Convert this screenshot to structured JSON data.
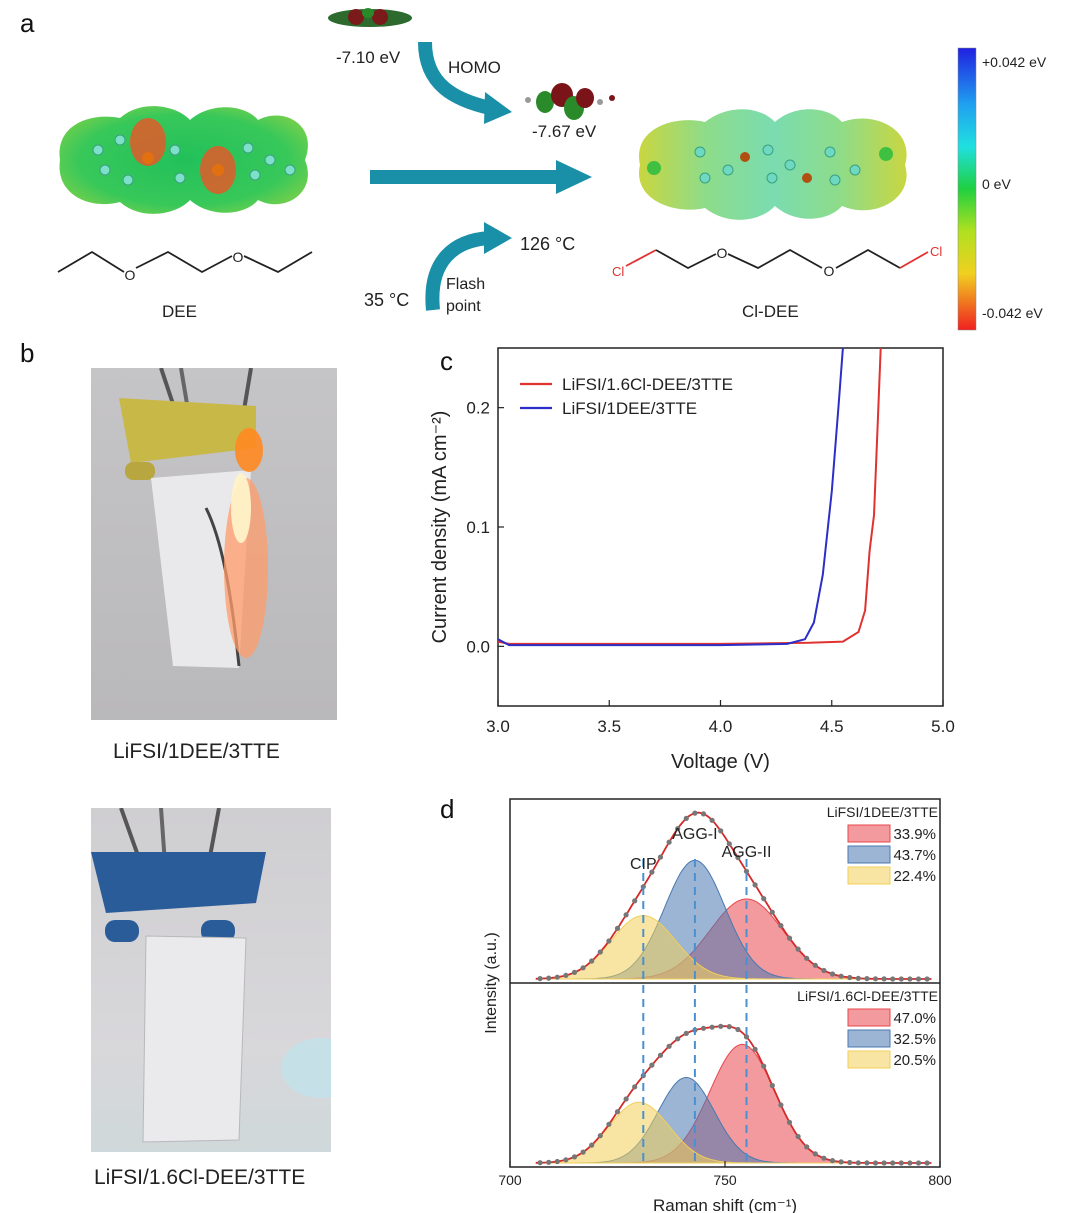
{
  "panel_labels": {
    "a": "a",
    "b": "b",
    "c": "c",
    "d": "d"
  },
  "panel_a": {
    "homo_top_energy": "-7.10 eV",
    "homo_label": "HOMO",
    "homo_bottom_energy": "-7.67 eV",
    "flash_low": "35 °C",
    "flash_high": "126 °C",
    "flash_label_1": "Flash",
    "flash_label_2": "point",
    "dee_name": "DEE",
    "cldee_name": "Cl-DEE",
    "cl_atom": "Cl",
    "o_atom": "O",
    "colorbar_ticks": [
      "+0.042 eV",
      "0 eV",
      "-0.042 eV"
    ]
  },
  "panel_b": {
    "caption_top": "LiFSI/1DEE/3TTE",
    "caption_bottom": "LiFSI/1.6Cl-DEE/3TTE"
  },
  "chart_data": [
    {
      "type": "line",
      "xlabel": "Voltage (V)",
      "ylabel": "Current density (mA cm⁻²)",
      "xlim": [
        3.0,
        5.0
      ],
      "ylim": [
        -0.05,
        0.25
      ],
      "x_ticks": [
        "3.0",
        "3.5",
        "4.0",
        "4.5",
        "5.0"
      ],
      "y_ticks": [
        "0.0",
        "0.1",
        "0.2"
      ],
      "legend_position": "top-left",
      "series": [
        {
          "name": "LiFSI/1.6Cl-DEE/3TTE",
          "color": "#e0322f",
          "points": [
            [
              3.0,
              0.004
            ],
            [
              3.05,
              0.002
            ],
            [
              3.5,
              0.002
            ],
            [
              4.0,
              0.002
            ],
            [
              4.4,
              0.003
            ],
            [
              4.55,
              0.004
            ],
            [
              4.62,
              0.012
            ],
            [
              4.65,
              0.03
            ],
            [
              4.67,
              0.08
            ],
            [
              4.69,
              0.11
            ],
            [
              4.705,
              0.18
            ],
            [
              4.72,
              0.25
            ]
          ]
        },
        {
          "name": "LiFSI/1DEE/3TTE",
          "color": "#2b2fc8",
          "points": [
            [
              3.0,
              0.006
            ],
            [
              3.05,
              0.001
            ],
            [
              3.5,
              0.001
            ],
            [
              4.0,
              0.001
            ],
            [
              4.3,
              0.002
            ],
            [
              4.38,
              0.006
            ],
            [
              4.42,
              0.02
            ],
            [
              4.46,
              0.06
            ],
            [
              4.5,
              0.13
            ],
            [
              4.53,
              0.2
            ],
            [
              4.55,
              0.25
            ]
          ]
        }
      ]
    },
    {
      "type": "area",
      "xlabel": "Raman shift (cm⁻¹)",
      "ylabel": "Intensity (a.u.)",
      "xlim": [
        700,
        800
      ],
      "x_ticks": [
        "700",
        "750",
        "800"
      ],
      "annotations": [
        "CIP",
        "AGG-I",
        "AGG-II"
      ],
      "reference_lines": [
        731,
        743,
        755
      ],
      "panels": [
        {
          "title": "LiFSI/1DEE/3TTE",
          "components": [
            {
              "legend": "33.9%",
              "color": "#e8474f",
              "center": 755,
              "amp": 0.58,
              "width": 8.5
            },
            {
              "legend": "43.7%",
              "color": "#4a78b0",
              "center": 743,
              "amp": 0.86,
              "width": 7.0
            },
            {
              "legend": "22.4%",
              "color": "#f2cf58",
              "center": 731,
              "amp": 0.46,
              "width": 7.5
            }
          ]
        },
        {
          "title": "LiFSI/1.6Cl-DEE/3TTE",
          "components": [
            {
              "legend": "47.0%",
              "color": "#e8474f",
              "center": 754,
              "amp": 0.86,
              "width": 7.5
            },
            {
              "legend": "32.5%",
              "color": "#4a78b0",
              "center": 741,
              "amp": 0.62,
              "width": 6.5
            },
            {
              "legend": "20.5%",
              "color": "#f2cf58",
              "center": 730,
              "amp": 0.44,
              "width": 7.0
            }
          ]
        }
      ]
    }
  ]
}
